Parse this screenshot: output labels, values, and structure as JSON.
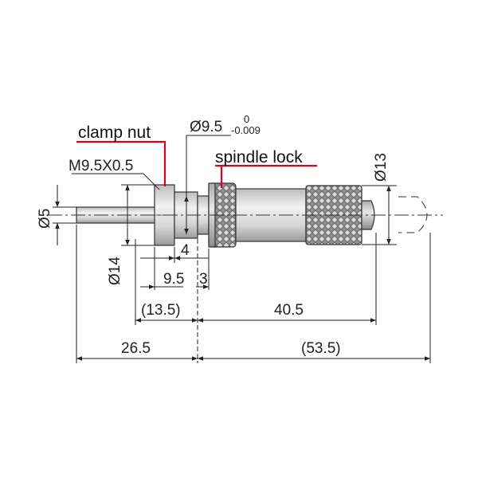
{
  "labels": {
    "clamp_nut": "clamp nut",
    "spindle_lock": "spindle lock",
    "thread": "M9.5X0.5"
  },
  "dimensions": {
    "d5": "Ø5",
    "d14": "Ø14",
    "d13": "Ø13",
    "d95": "Ø9.5",
    "tol_upper": "0",
    "tol_lower": "-0.009",
    "l4": "4",
    "l95": "9.5",
    "l3": "3",
    "l135": "(13.5)",
    "l405": "40.5",
    "l265": "26.5",
    "l535": "(53.5)"
  },
  "colors": {
    "leader_red": "#e0001b",
    "line": "#222222",
    "body_fill": "#d9d9d9"
  }
}
